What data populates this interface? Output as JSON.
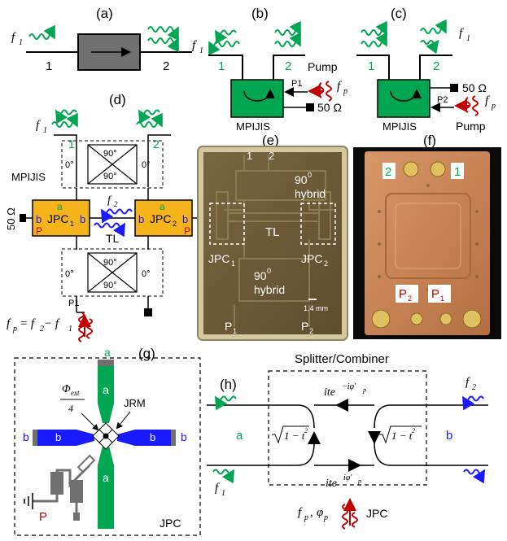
{
  "panels": {
    "a": {
      "tag": "(a)",
      "f1": "f",
      "port1": "1",
      "port2": "2"
    },
    "b": {
      "tag": "(b)",
      "f1": "f",
      "port1": "1",
      "port2": "2",
      "pump": "Pump",
      "p1": "P1",
      "fp": "f",
      "load": "50 Ω",
      "device": "MPIJIS"
    },
    "c": {
      "tag": "(c)",
      "f1": "f",
      "port1": "1",
      "port2": "2",
      "load": "50 Ω",
      "p2": "P2",
      "fp": "f",
      "pump": "Pump",
      "device": "MPIJIS"
    },
    "d": {
      "tag": "(d)",
      "f1": "f",
      "port1": "1",
      "port2": "2",
      "device": "MPIJIS",
      "zero": "0°",
      "ninety": "90°",
      "load": "50 Ω",
      "f2": "f",
      "jpc1": "JPC",
      "jpc1_sub": "1",
      "jpc2": "JPC",
      "jpc2_sub": "2",
      "a": "a",
      "b": "b",
      "P": "P",
      "TL": "TL",
      "p1": "P1",
      "eq_left": "f",
      "eq_rest": "= f",
      "eq_rest2": " − f"
    },
    "e": {
      "tag": "(e)",
      "p1": "1",
      "p2": "2",
      "hyb_top": "90",
      "hyb_top_sup": "0",
      "hyb_word": "hybrid",
      "tl": "TL",
      "jpc1": "JPC",
      "jpc1_sub": "1",
      "jpc2": "JPC",
      "jpc2_sub": "2",
      "hyb_bot": "90",
      "hyb_bot_sup": "0",
      "hyb_word2": "hybrid",
      "scale": "1.4 mm",
      "pp1": "P",
      "pp1_sub": "1",
      "pp2": "P",
      "pp2_sub": "2"
    },
    "f": {
      "tag": "(f)",
      "p2": "2",
      "p1": "1",
      "P2": "P",
      "P2_sub": "2",
      "P1": "P",
      "P1_sub": "1"
    },
    "g": {
      "tag": "(g)",
      "a_top": "a",
      "a_inner": "a",
      "a_bot": "a",
      "b_left": "b",
      "b_inner_l": "b",
      "b_inner_r": "b",
      "b_right": "b",
      "phi": "Φ",
      "phi_sub": "ext",
      "phi_den": "4",
      "jrm": "JRM",
      "P": "P",
      "jpc": "JPC"
    },
    "h": {
      "tag": "(h)",
      "title": "Splitter/Combiner",
      "f2": "f",
      "a": "a",
      "b": "b",
      "top_coef": "ite",
      "top_sup": "−iφ′",
      "bot_coef": "ite",
      "bot_sup": "iφ′",
      "sqrt1": "1 − t",
      "sqrt2": "1 − t",
      "f1": "f",
      "fp": "f",
      "fp_sub": "p",
      "phip": "φ",
      "phip_sub": "p",
      "jpc": "JPC"
    }
  },
  "colors": {
    "green": "#00a651",
    "blue": "#1a1aff",
    "red": "#c00000",
    "orange": "#f5b31b",
    "gray": "#707070",
    "chip": "#6b5a3a",
    "board": "#c2824f"
  }
}
